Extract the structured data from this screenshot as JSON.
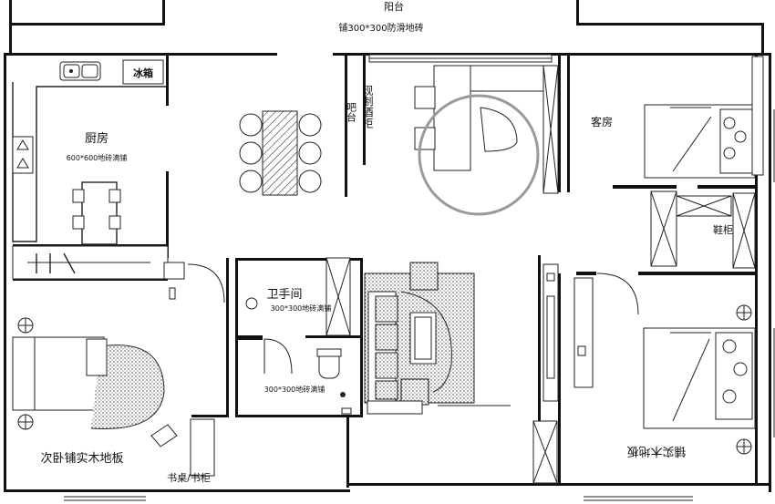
{
  "plan": {
    "rooms": {
      "balcony": {
        "name": "阳台",
        "note": "铺300*300防滑地砖"
      },
      "kitchen": {
        "name": "厨房",
        "note": "600*600地砖满铺"
      },
      "bar": {
        "cabinet": "现制酒柜",
        "counter": "吧台"
      },
      "guest_room": {
        "name": "客房"
      },
      "shoe_cabinet": {
        "name": "鞋柜"
      },
      "bathroom": {
        "name": "卫手间",
        "note_top": "300*300地砖满铺",
        "note_bottom": "300*300地砖满铺"
      },
      "second_bedroom": {
        "name": "次卧铺实木地板",
        "desk": "书桌/书柜"
      },
      "master_bedroom": {
        "name": "铺实木地板"
      }
    },
    "fridge_label": "冰箱",
    "colors": {
      "wall": "#111111",
      "line": "#222222",
      "accent_gray": "#9a9a9a"
    }
  }
}
